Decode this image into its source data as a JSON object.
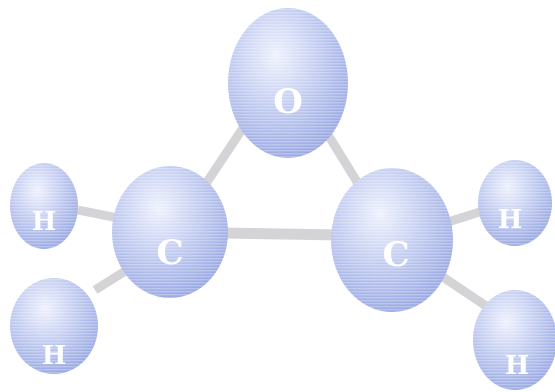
{
  "molecule": {
    "atoms": {
      "oxygen": {
        "label": "O"
      },
      "carbon_left": {
        "label": "C"
      },
      "carbon_right": {
        "label": "C"
      },
      "hydrogen_left_upper": {
        "label": "H"
      },
      "hydrogen_left_lower": {
        "label": "H"
      },
      "hydrogen_right_upper": {
        "label": "H"
      },
      "hydrogen_right_lower": {
        "label": "H"
      }
    },
    "colors": {
      "atom_fill": "#b8c4ee",
      "atom_highlight": "#eaeefc",
      "atom_edge": "#8e9ddc",
      "bond": "#d4d4d6",
      "label": "#ffffff"
    }
  }
}
